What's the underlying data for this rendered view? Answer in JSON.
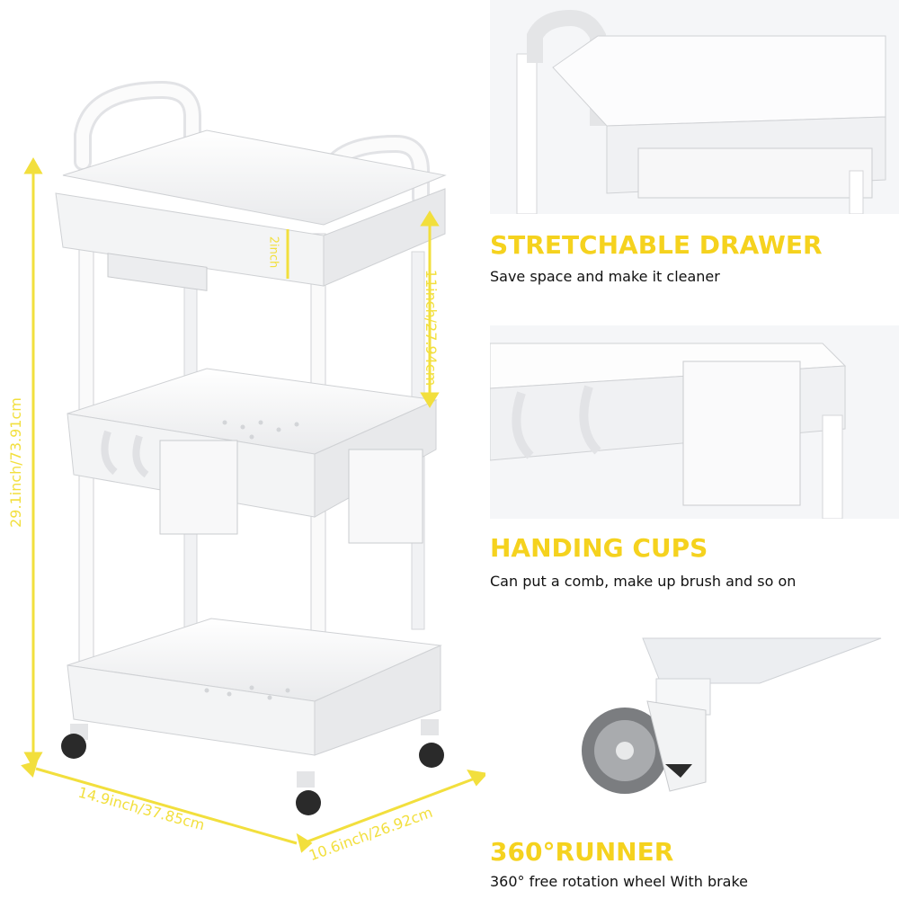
{
  "dimensions": {
    "height_total": "29.1inch/73.91cm",
    "shelf_gap": "11inch/27.94cm",
    "drawer_height": "2inch",
    "width": "14.9inch/37.85cm",
    "depth": "10.6inch/26.92cm"
  },
  "features": [
    {
      "title": "STRETCHABLE DRAWER",
      "desc": "Save space and make it cleaner"
    },
    {
      "title": "HANDING CUPS",
      "desc": "Can put a comb, make up brush and so on"
    },
    {
      "title": "360°RUNNER",
      "desc": "360° free rotation wheel With brake"
    }
  ],
  "colors": {
    "accent": "#f5d21e",
    "dimension_line": "#f2df3d",
    "product": "#f6f6f7",
    "caster": "#2a2a2a"
  }
}
